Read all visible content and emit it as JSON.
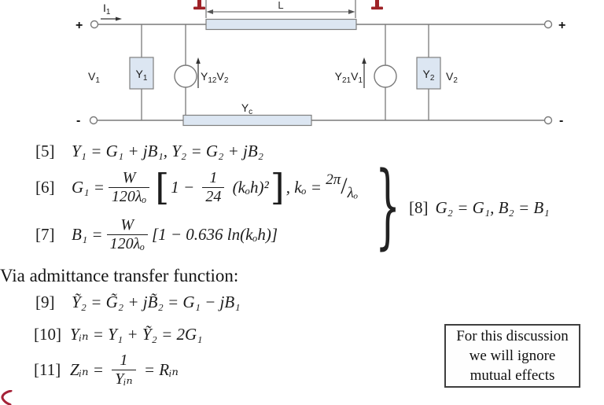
{
  "colors": {
    "component_fill": "#dce6f2",
    "wire_gray": "#7a7a7a",
    "red_accent": "#9e2227",
    "ink": "#1c1c1c"
  },
  "circuit": {
    "dimension_label": "L",
    "current_label": {
      "base": "I",
      "sub": "1"
    },
    "terminal_plus_left": "+",
    "terminal_plus_right": "+",
    "terminal_minus_left": "-",
    "terminal_minus_right": "-",
    "port1_voltage": {
      "base": "V",
      "sub": "1"
    },
    "shunt_admittance_1": {
      "base": "Y",
      "sub": "1"
    },
    "dependent_source_left": {
      "b1": "Y",
      "s1": "12",
      "b2": "V",
      "s2": "2"
    },
    "dependent_source_right": {
      "b1": "Y",
      "s1": "21",
      "b2": "V",
      "s2": "1"
    },
    "shunt_admittance_2": {
      "base": "Y",
      "sub": "2"
    },
    "port2_voltage": {
      "base": "V",
      "sub": "2"
    },
    "coupling_admittance": {
      "base": "Y",
      "sub": "c"
    }
  },
  "equations": {
    "eq5": {
      "label": "[5]",
      "body": "Y₁ = G₁ + jB₁, Y₂ = G₂ + jB₂"
    },
    "eq6": {
      "label": "[6]",
      "lhs": "G₁ =",
      "frac1": {
        "num": "W",
        "den": "120λₒ"
      },
      "open": "[",
      "term1": "1 − ",
      "frac2": {
        "num": "1",
        "den": "24"
      },
      "term2": " (kₒh)²",
      "close": "]",
      "tail": ", kₒ = ",
      "skew": {
        "num": "2π",
        "slash": "/",
        "den": "λₒ"
      }
    },
    "eq7": {
      "label": "[7]",
      "lhs": "B₁ =",
      "frac": {
        "num": "W",
        "den": "120λₒ"
      },
      "rhs": "[1 − 0.636 ln(kₒh)]"
    },
    "eq8": {
      "label": "[8]",
      "body": "G₂ = G₁, B₂ = B₁"
    },
    "eq9": {
      "label": "[9]",
      "body": "Ỹ₂ = G̃₂ + jB̃₂ = G₁ − jB₁"
    },
    "eq10": {
      "label": "[10]",
      "body": "Yᵢₙ = Y₁ + Ỹ₂ = 2G₁"
    },
    "eq11": {
      "label": "[11]",
      "lhs": "Zᵢₙ = ",
      "frac": {
        "num": "1",
        "den": "Yᵢₙ"
      },
      "rhs": " = Rᵢₙ"
    }
  },
  "heading": "Via admittance transfer function:",
  "note_box": {
    "lines": [
      "For this discussion",
      "we will ignore",
      "mutual effects"
    ]
  }
}
